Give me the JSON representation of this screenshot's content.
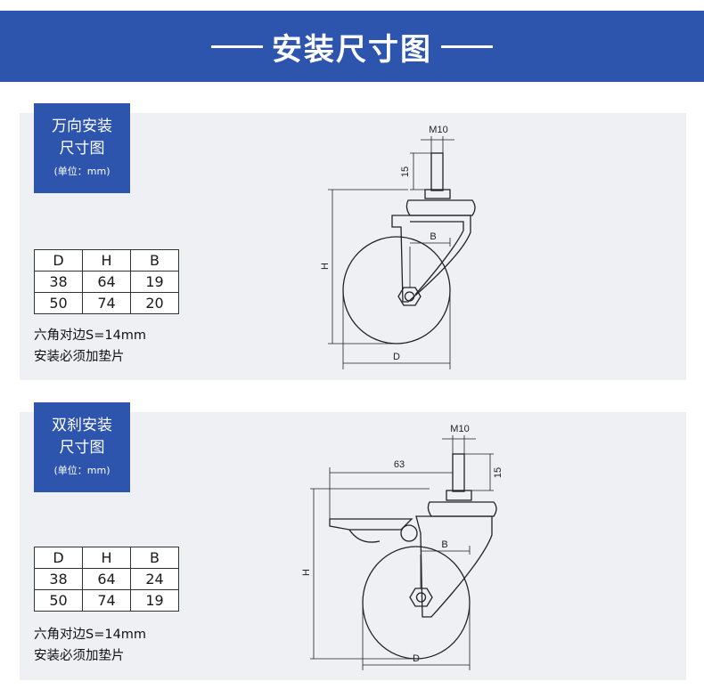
{
  "header": {
    "title": "安装尺寸图"
  },
  "sections": [
    {
      "label_line1": "万向安装",
      "label_line2": "尺寸图",
      "unit": "(单位：mm)",
      "table": {
        "headers": [
          "D",
          "H",
          "B"
        ],
        "rows": [
          [
            "38",
            "64",
            "19"
          ],
          [
            "50",
            "74",
            "20"
          ]
        ]
      },
      "note_line1": "六角对边S=14mm",
      "note_line2": "安装必须加垫片",
      "dims": {
        "stem": "M10",
        "stem_height": "15",
        "height": "H",
        "offset": "B",
        "diameter": "D"
      }
    },
    {
      "label_line1": "双刹安装",
      "label_line2": "尺寸图",
      "unit": "(单位：mm)",
      "table": {
        "headers": [
          "D",
          "H",
          "B"
        ],
        "rows": [
          [
            "38",
            "64",
            "24"
          ],
          [
            "50",
            "74",
            "19"
          ]
        ]
      },
      "note_line1": "六角对边S=14mm",
      "note_line2": "安装必须加垫片",
      "dims": {
        "stem": "M10",
        "stem_height": "15",
        "brake": "63",
        "height": "H",
        "offset": "B",
        "diameter": "D"
      }
    }
  ],
  "colors": {
    "accent": "#2e55ae",
    "panel": "#eef0f4"
  }
}
